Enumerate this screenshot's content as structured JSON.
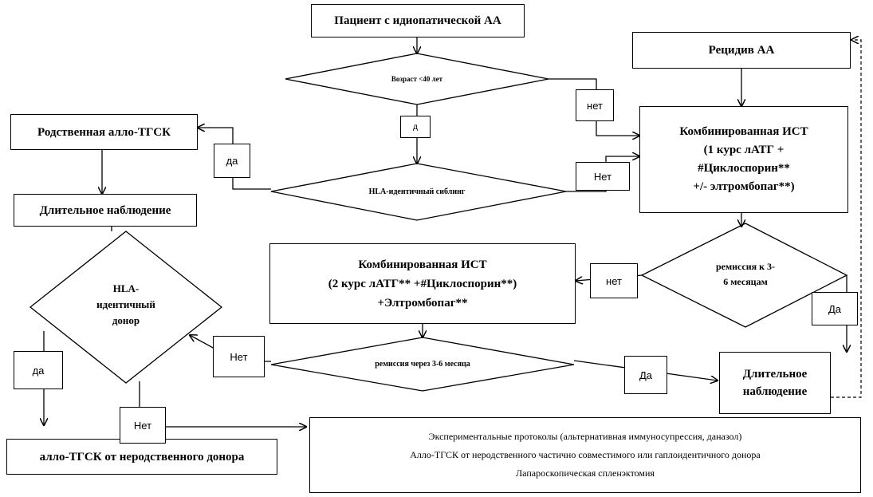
{
  "nodes": {
    "patient": "Пациент с идиопатической АА",
    "age_question": "Возраст <40 лет",
    "hla_sibling": "HLA-идентичный сиблинг",
    "related_transplant": "Родственная алло-ТГСК",
    "long_obs_left": "Длительное наблюдение",
    "hla_donor_lines": [
      "HLA-",
      "идентичный",
      "донор"
    ],
    "unrelated_transplant": "алло-ТГСК от неродственного донора",
    "relapse": "Рецидив АА",
    "combined_ist1_lines": [
      "Комбинированная ИСТ",
      "(1 курс лАТГ +",
      "#Циклоспорин**",
      "+/- элтромбопаг**)"
    ],
    "remission_3_6_lines": [
      "ремиссия к 3-",
      "6 месяцам"
    ],
    "combined_ist2_lines": [
      "Комбинированная ИСТ",
      "(2 курс лАТГ** +#Циклоспорин**)",
      "+Элтромбопаг**"
    ],
    "remission_after_3_6": "ремиссия через 3-6 месяца",
    "long_obs_right_lines": [
      "Длительное",
      "наблюдение"
    ],
    "experimental_lines": [
      "Экспериментальные  протоколы (альтернативная иммуносупрессия,  даназол)",
      "Алло-ТГСК от неродственного частично совместимого или гаплоидентичного донора",
      "Лапароскопическая спленэктомия"
    ]
  },
  "edge_labels": {
    "age_yes": "д",
    "age_no": "нет",
    "sibling_yes": "да",
    "sibling_no": "Нет",
    "donor_yes": "да",
    "donor_no": "Нет",
    "rem1_no": "нет",
    "rem1_yes": "Да",
    "rem2_no": "Нет",
    "rem2_yes": "Да"
  }
}
